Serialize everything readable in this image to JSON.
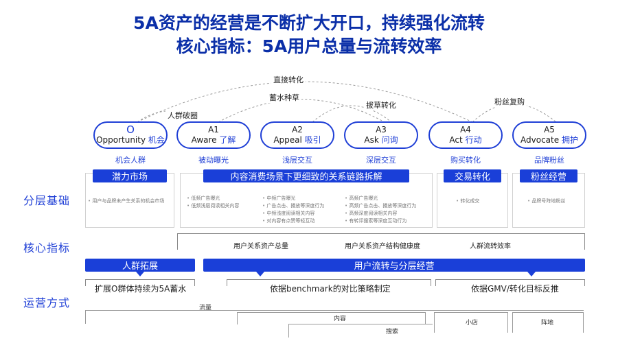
{
  "header": {
    "title_line1": "5A资产的经营是不断扩大开口，持续强化流转",
    "title_line2": "核心指标：5A用户总量与流转效率"
  },
  "flows": [
    {
      "label": "直接转化"
    },
    {
      "label": "蓄水种草"
    },
    {
      "label": "拔草转化"
    },
    {
      "label": "粉丝复购"
    },
    {
      "label": "人群破圈"
    }
  ],
  "stages": [
    {
      "code": "O",
      "name_en": "Opportunity",
      "name_cn": "机会",
      "group": "机会人群"
    },
    {
      "code": "A1",
      "name_en": "Aware",
      "name_cn": "了解",
      "group": "被动曝光"
    },
    {
      "code": "A2",
      "name_en": "Appeal",
      "name_cn": "吸引",
      "group": "浅层交互"
    },
    {
      "code": "A3",
      "name_en": "Ask",
      "name_cn": "问询",
      "group": "深层交互"
    },
    {
      "code": "A4",
      "name_en": "Act",
      "name_cn": "行动",
      "group": "购买转化"
    },
    {
      "code": "A5",
      "name_en": "Advocate",
      "name_cn": "拥护",
      "group": "品牌粉丝"
    }
  ],
  "rows": {
    "foundation": "分层基础",
    "metrics": "核心指标",
    "operations": "运营方式"
  },
  "foundation_bars": {
    "potential": "潜力市场",
    "scene": "内容消费场景下更细致的关系链路拆解",
    "trade": "交易转化",
    "fans": "粉丝经营"
  },
  "foundation_bullets": {
    "o": [
      "用户与品牌未产生关系的机会市场"
    ],
    "a1": [
      "低频广告曝光",
      "低频浅层阅读相关内容"
    ],
    "a2": [
      "中频广告曝光",
      "广告点击、播放等深度行为",
      "中频浅度阅读相关内容",
      "对内容有点赞等轻互动"
    ],
    "a3": [
      "高频广告曝光",
      "高频广告点击、播放等深度行为",
      "高频深度阅读相关内容",
      "有转评搜索等深度互动行为"
    ],
    "a4": [
      "转化成交"
    ],
    "a5": [
      "品牌号阵地粉丝"
    ]
  },
  "metrics": {
    "m1": "用户关系资产总量",
    "m2": "用户关系资产结构健康度",
    "m3": "人群流转效率"
  },
  "operation_bars": {
    "expand": "人群拓展",
    "circulate": "用户流转与分层经营"
  },
  "operations": {
    "o1": "扩展O群体持续为5A蓄水",
    "o2": "依据benchmark的对比策略制定",
    "o3": "依据GMV/转化目标反推"
  },
  "channels": {
    "traffic": "流量",
    "content": "内容",
    "search": "搜索",
    "shop": "小店",
    "position": "阵地"
  }
}
